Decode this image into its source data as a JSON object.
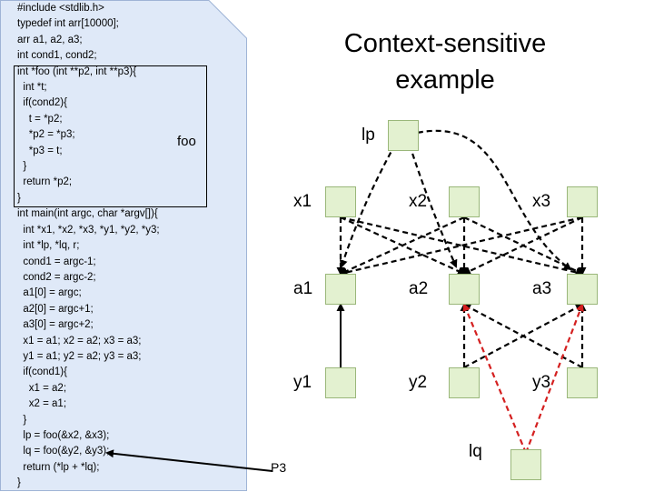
{
  "slide": {
    "title": "Context-sensitive example",
    "function_label": "foo",
    "callsite_label": "P3"
  },
  "code_lines": [
    "#include <stdlib.h>",
    "typedef int arr[10000];",
    "arr a1, a2, a3;",
    "int cond1, cond2;",
    "int *foo (int **p2, int **p3){",
    "  int *t;",
    "  if(cond2){",
    "    t = *p2;",
    "    *p2 = *p3;",
    "    *p3 = t;",
    "  }",
    "  return *p2;",
    "}",
    "int main(int argc, char *argv[]){",
    "  int *x1, *x2, *x3, *y1, *y2, *y3;",
    "  int *lp, *lq, r;",
    "  cond1 = argc-1;",
    "  cond2 = argc-2;",
    "  a1[0] = argc;",
    "  a2[0] = argc+1;",
    "  a3[0] = argc+2;",
    "  x1 = a1; x2 = a2; x3 = a3;",
    "  y1 = a1; y2 = a2; y3 = a3;",
    "  if(cond1){",
    "    x1 = a2;",
    "    x2 = a1;",
    "  }",
    "  lp = foo(&x2, &x3);",
    "  lq = foo(&y2, &y3);",
    "  return (*lp + *lq);",
    "}"
  ],
  "graph": {
    "nodes": [
      {
        "id": "lp",
        "label": "lp"
      },
      {
        "id": "x1",
        "label": "x1"
      },
      {
        "id": "x2",
        "label": "x2"
      },
      {
        "id": "x3",
        "label": "x3"
      },
      {
        "id": "a1",
        "label": "a1"
      },
      {
        "id": "a2",
        "label": "a2"
      },
      {
        "id": "a3",
        "label": "a3"
      },
      {
        "id": "y1",
        "label": "y1"
      },
      {
        "id": "y2",
        "label": "y2"
      },
      {
        "id": "y3",
        "label": "y3"
      },
      {
        "id": "lq",
        "label": "lq"
      }
    ],
    "edges": [
      {
        "from": "lp",
        "to": "a1",
        "style": "dashed",
        "color": "#000000"
      },
      {
        "from": "lp",
        "to": "a2",
        "style": "dashed",
        "color": "#000000"
      },
      {
        "from": "lp",
        "to": "a3",
        "style": "dashed",
        "color": "#000000"
      },
      {
        "from": "x1",
        "to": "a1",
        "style": "dashed",
        "color": "#000000"
      },
      {
        "from": "x1",
        "to": "a2",
        "style": "dashed",
        "color": "#000000"
      },
      {
        "from": "x1",
        "to": "a3",
        "style": "dashed",
        "color": "#000000"
      },
      {
        "from": "x2",
        "to": "a1",
        "style": "dashed",
        "color": "#000000"
      },
      {
        "from": "x2",
        "to": "a2",
        "style": "dashed",
        "color": "#000000"
      },
      {
        "from": "x2",
        "to": "a3",
        "style": "dashed",
        "color": "#000000"
      },
      {
        "from": "x3",
        "to": "a1",
        "style": "dashed",
        "color": "#000000"
      },
      {
        "from": "x3",
        "to": "a2",
        "style": "dashed",
        "color": "#000000"
      },
      {
        "from": "x3",
        "to": "a3",
        "style": "dashed",
        "color": "#000000"
      },
      {
        "from": "y1",
        "to": "a1",
        "style": "solid",
        "color": "#000000"
      },
      {
        "from": "y2",
        "to": "a2",
        "style": "dashed",
        "color": "#000000"
      },
      {
        "from": "y2",
        "to": "a3",
        "style": "dashed",
        "color": "#000000"
      },
      {
        "from": "y3",
        "to": "a2",
        "style": "dashed",
        "color": "#000000"
      },
      {
        "from": "y3",
        "to": "a3",
        "style": "dashed",
        "color": "#000000"
      },
      {
        "from": "lq",
        "to": "a2",
        "style": "dashed",
        "color": "#d42020"
      },
      {
        "from": "lq",
        "to": "a3",
        "style": "dashed",
        "color": "#d42020"
      }
    ]
  },
  "colors": {
    "node_fill": "#e3f1d0",
    "node_border": "#9ab77a",
    "code_panel": "#dfe9f8",
    "highlight_edge": "#d42020"
  }
}
